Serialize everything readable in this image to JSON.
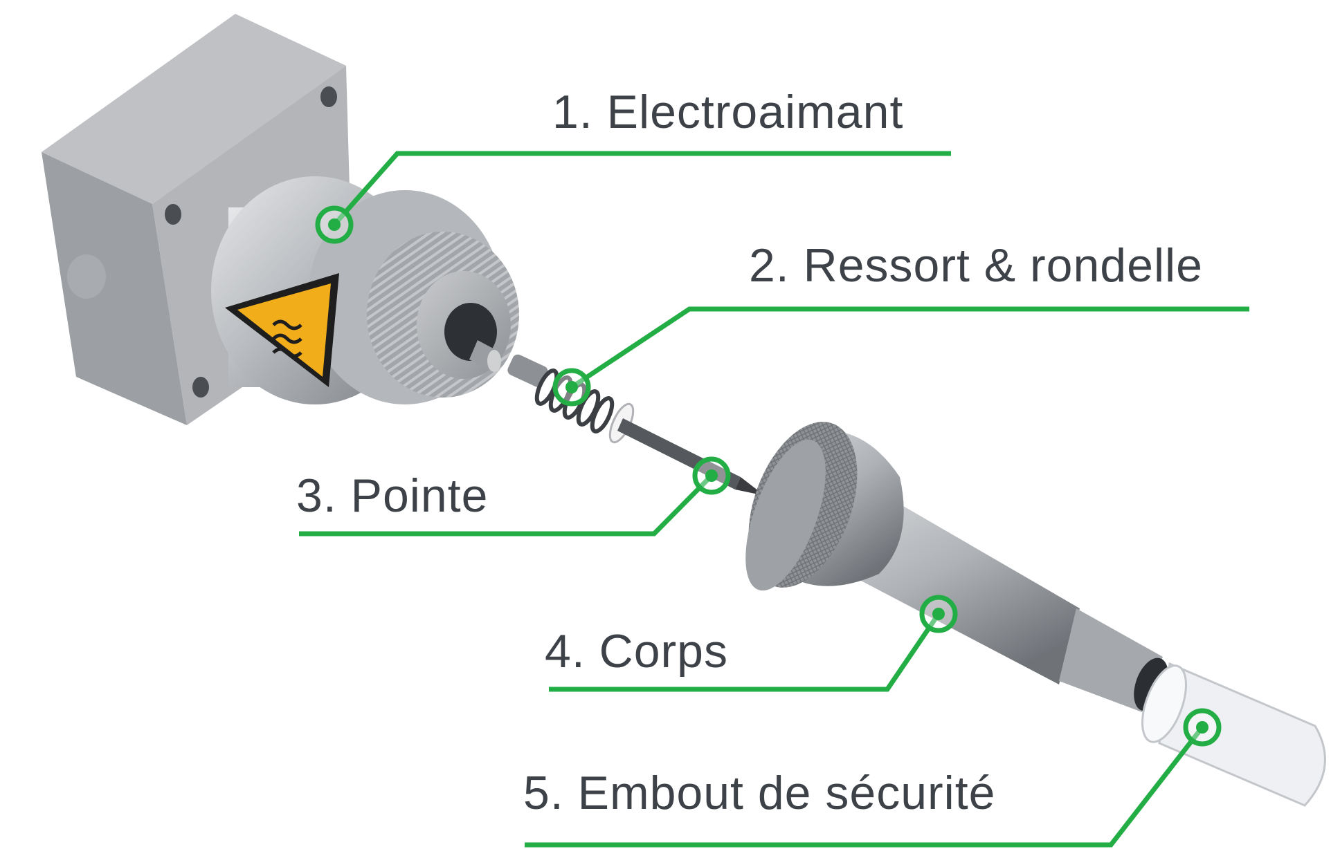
{
  "labels": {
    "electroaimant": "1.  Electroaimant",
    "ressort": "2. Ressort & rondelle",
    "pointe": "3. Pointe",
    "corps": "4. Corps",
    "embout": "5. Embout de sécurité"
  },
  "colors": {
    "callout": "#22ad45",
    "label_text": "#3d4148",
    "metal": "#a9acb0",
    "warning": "#f2ad1a"
  },
  "icons": [
    "hot-surface-warning-icon"
  ]
}
